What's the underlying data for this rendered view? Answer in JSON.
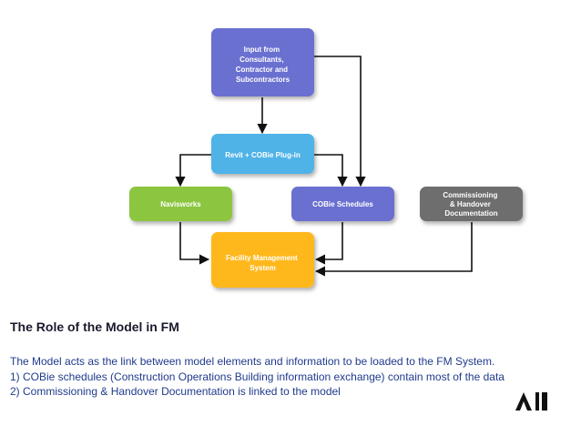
{
  "diagram": {
    "nodes": {
      "input": {
        "lines": [
          "Input from",
          "Consultants,",
          "Contractor and",
          "Subcontractors"
        ],
        "color": "#6a6fd0"
      },
      "revit": {
        "lines": [
          "Revit + COBie Plug-in"
        ],
        "color": "#4fb3e8"
      },
      "navisworks": {
        "lines": [
          "Navisworks"
        ],
        "color": "#8cc63f"
      },
      "cobie": {
        "lines": [
          "COBie Schedules"
        ],
        "color": "#6a6fd0"
      },
      "commissioning": {
        "lines": [
          "Commissioning",
          "& Handover",
          "Documentation"
        ],
        "color": "#6e6e6e"
      },
      "fms": {
        "lines": [
          "Facility Management",
          "System"
        ],
        "color": "#ffb81c"
      }
    },
    "edges": [
      {
        "from": "input",
        "to": "revit"
      },
      {
        "from": "input",
        "to": "cobie"
      },
      {
        "from": "revit",
        "to": "navisworks"
      },
      {
        "from": "revit",
        "to": "cobie"
      },
      {
        "from": "navisworks",
        "to": "fms"
      },
      {
        "from": "cobie",
        "to": "fms"
      },
      {
        "from": "commissioning",
        "to": "fms"
      }
    ]
  },
  "caption": {
    "title": "The Role of the Model in FM",
    "intro": "The Model acts as the link between model elements and information to be loaded to the FM System.",
    "point_1": " 1) COBie schedules (Construction Operations Building information exchange) contain most of the data",
    "point_2": " 2) Commissioning & Handover Documentation is linked to the model"
  },
  "colors": {
    "arrow": "#111111",
    "title_text": "#1a1a2e",
    "body_text": "#1f3a8c"
  }
}
